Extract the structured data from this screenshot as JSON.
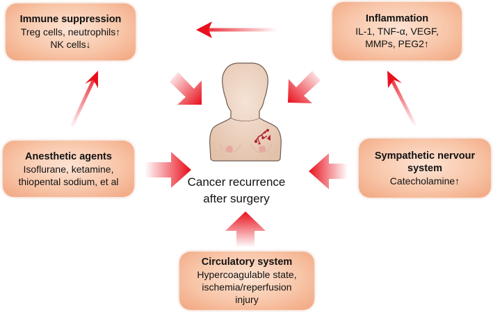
{
  "center": {
    "line1": "Cancer recurrence",
    "line2": "after surgery"
  },
  "boxes": {
    "immune": {
      "title": "Immune suppression",
      "lines": [
        "Treg cells, neutrophils↑",
        "NK cells↓"
      ]
    },
    "inflammation": {
      "title": "Inflammation",
      "lines": [
        "IL-1, TNF-α, VEGF,",
        "MMPs, PEG2↑"
      ]
    },
    "anesthetic": {
      "title": "Anesthetic agents",
      "lines": [
        "Isoflurane, ketamine,",
        "thiopental sodium, et al"
      ]
    },
    "sympathetic": {
      "title_line1": "Sympathetic nervour",
      "title_line2": "system",
      "lines": [
        "Catecholamine↑"
      ]
    },
    "circulatory": {
      "title": "Circulatory system",
      "lines": [
        "Hypercoagulable state,",
        "ischemia/reperfusion",
        "injury"
      ]
    }
  },
  "colors": {
    "arrow_red": "#e8101c",
    "box_fill": "#f8c6a9",
    "skin": "#efd6c4",
    "tumor": "#b0222c"
  }
}
